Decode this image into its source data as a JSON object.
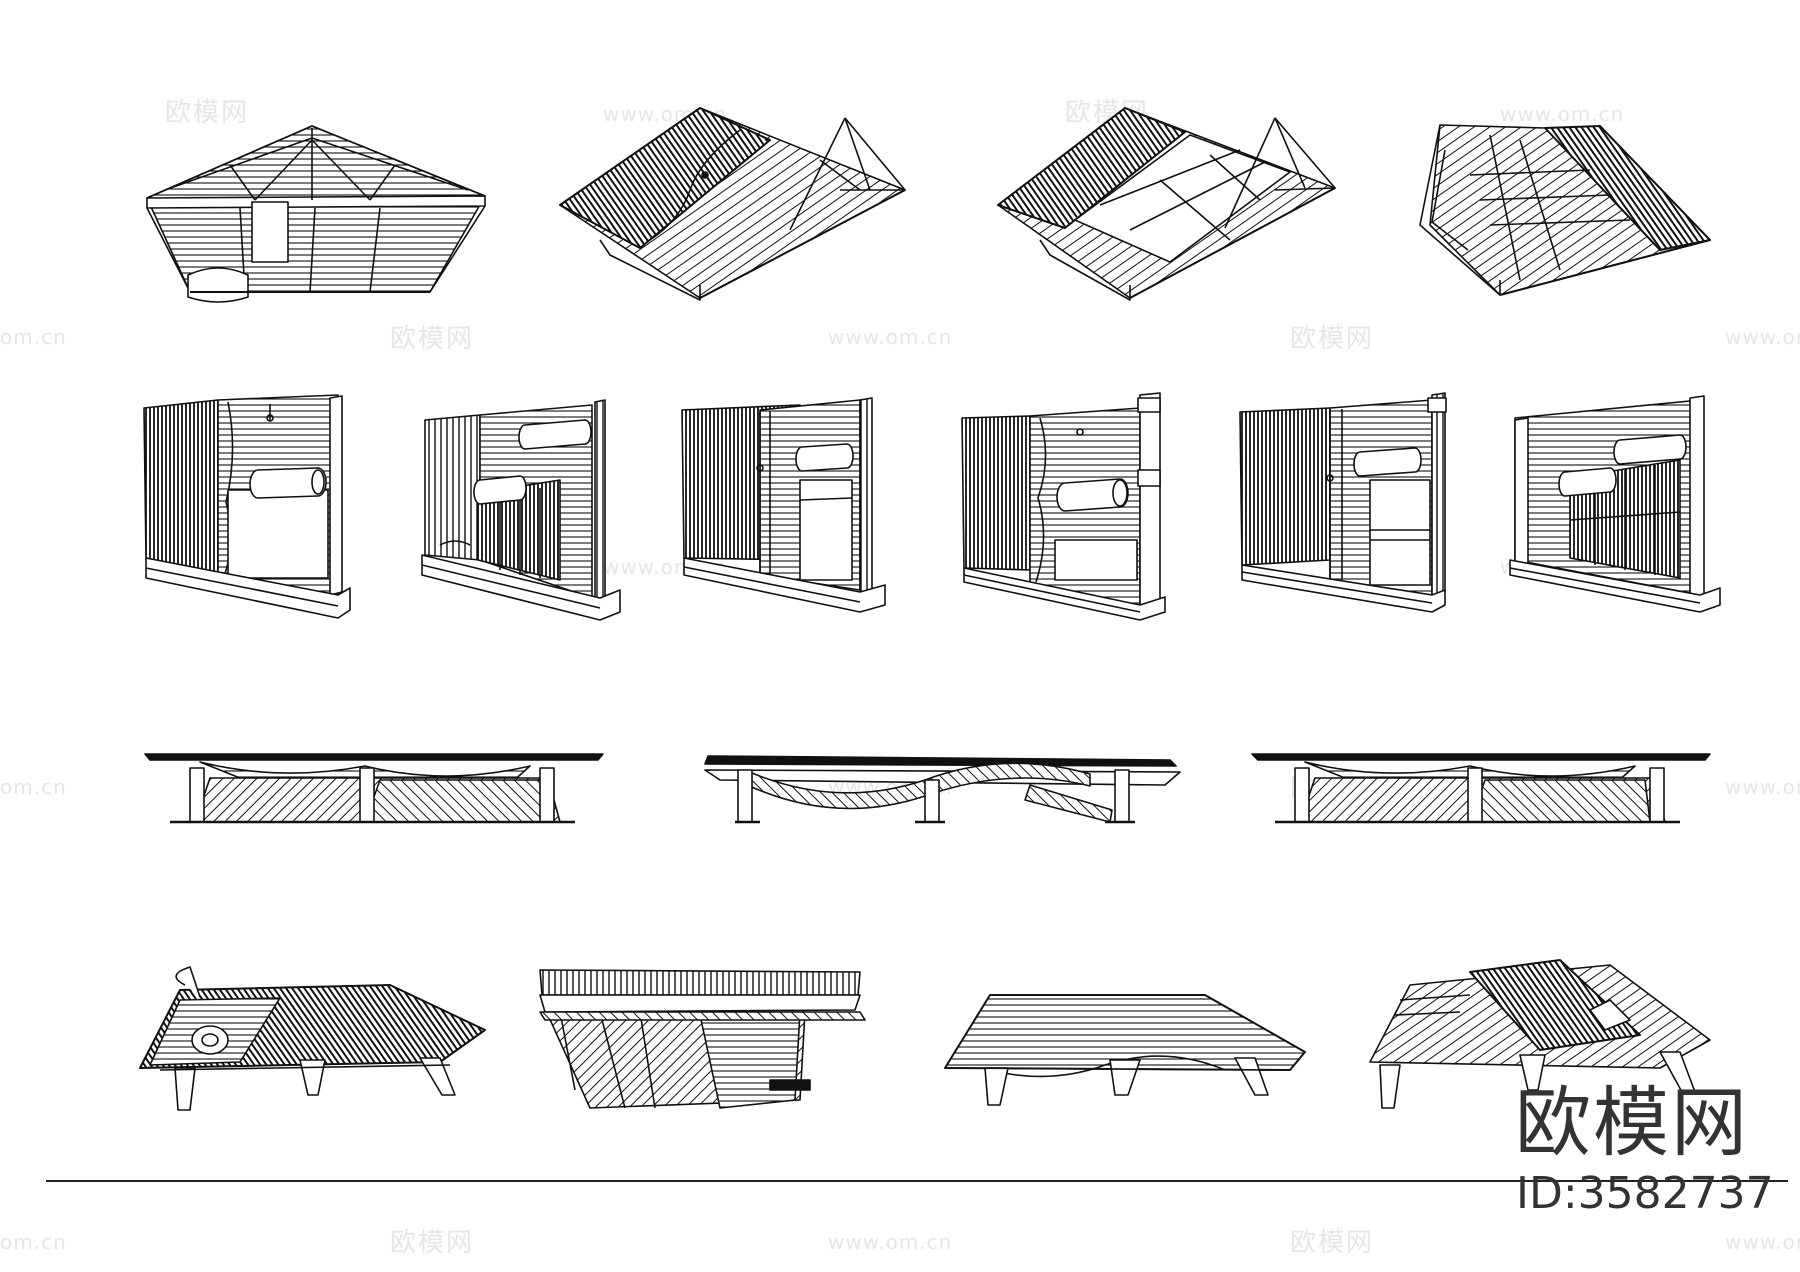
{
  "watermarks": {
    "cn": "欧模网",
    "en": "www.om.cn",
    "en_partial": "om.cn"
  },
  "brand": {
    "name": "欧模网",
    "id_label": "ID:3582737"
  },
  "colors": {
    "line": "#111111",
    "watermark": "#e6e6e6",
    "background": "#ffffff"
  },
  "rows": [
    {
      "kind": "roof-truss",
      "count": 4
    },
    {
      "kind": "wall-panel",
      "count": 6
    },
    {
      "kind": "floor-section",
      "count": 3
    },
    {
      "kind": "roof-deck",
      "count": 4
    }
  ]
}
